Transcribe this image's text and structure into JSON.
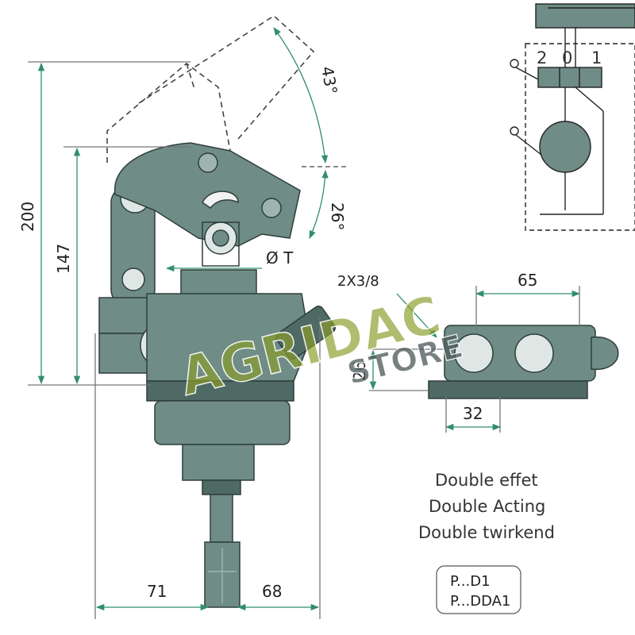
{
  "dimensions": {
    "height_total": "200",
    "height_pivot": "147",
    "angle_top": "43°",
    "angle_bottom": "26°",
    "port_diameter": "Ø T",
    "port_thread": "2X3/8",
    "width_right": "65",
    "port_offset": "26",
    "port_spacing": "32",
    "width_left_bottom": "71",
    "width_right_bottom": "68"
  },
  "schematic": {
    "pos_2": "2",
    "pos_0": "0",
    "pos_1": "1"
  },
  "description": {
    "line1": "Double effet",
    "line2": "Double Acting",
    "line3": "Double twirkend"
  },
  "model_codes": {
    "code1": "P...D1",
    "code2": "P...DDA1"
  },
  "watermark": {
    "brand": "AGRIDAC",
    "sub": "STORE"
  },
  "colors": {
    "body": "#6f8c86",
    "body_dark": "#4f6964",
    "dim_line": "#2f8f6a",
    "watermark_green": "#8a9d2a"
  }
}
